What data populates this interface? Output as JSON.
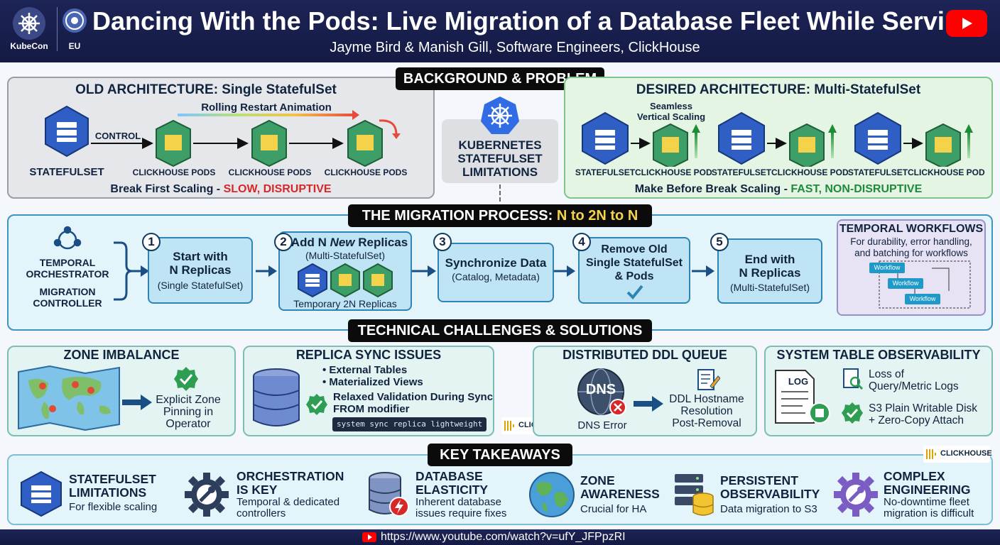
{
  "header": {
    "kubecon_label": "KubeCon",
    "eu_label": "EU",
    "title": "Dancing With the Pods: Live Migration of a Database Fleet While Serving",
    "subtitle": "Jayme Bird & Manish Gill, Software Engineers, ClickHouse"
  },
  "background": {
    "pill": "BACKGROUND & PROBLEM",
    "old": {
      "title": "OLD ARCHITECTURE: Single StatefulSet",
      "animation_label": "Rolling Restart Animation",
      "control_label": "CONTROL",
      "statefulset_label": "STATEFULSET",
      "pods_label": "CLICKHOUSE PODS",
      "caption_prefix": "Break First Scaling - ",
      "caption_emph": "SLOW, DISRUPTIVE"
    },
    "middle": {
      "line1": "KUBERNETES",
      "line2": "STATEFULSET",
      "line3": "LIMITATIONS"
    },
    "desired": {
      "title": "DESIRED ARCHITECTURE: Multi-StatefulSet",
      "scaling_line1": "Seamless",
      "scaling_line2": "Vertical Scaling",
      "statefulset_label": "STATEFULSET",
      "pod_label": "CLICKHOUSE POD",
      "caption_prefix": "Make Before Break Scaling - ",
      "caption_emph": "FAST, NON-DISRUPTIVE"
    }
  },
  "migration": {
    "pill_prefix": "THE MIGRATION PROCESS: ",
    "pill_emph": "N to 2N to N",
    "orchestrator_line1": "TEMPORAL",
    "orchestrator_line2": "ORCHESTRATOR",
    "controller_line1": "MIGRATION",
    "controller_line2": "CONTROLLER",
    "steps": [
      {
        "num": "1",
        "line1": "Start with",
        "line2": "N Replicas",
        "sub": "(Single StatefulSet)"
      },
      {
        "num": "2",
        "line1_prefix": "Add N ",
        "line1_emph": "New",
        "line1_suffix": " Replicas",
        "sub": "(Multi-StatefulSet)",
        "footer": "Temporary 2N Replicas"
      },
      {
        "num": "3",
        "line1": "Synchronize Data",
        "sub": "(Catalog, Metadata)"
      },
      {
        "num": "4",
        "line1": "Remove Old",
        "line2": "Single StatefulSet",
        "line3": "& Pods"
      },
      {
        "num": "5",
        "line1": "End with",
        "line2": "N Replicas",
        "sub": "(Multi-StatefulSet)"
      }
    ],
    "temporal": {
      "title": "TEMPORAL WORKFLOWS",
      "desc1": "For durability, error handling,",
      "desc2": "and batching for workflows",
      "node_label": "Workflow"
    }
  },
  "challenges": {
    "pill": "TECHNICAL CHALLENGES & SOLUTIONS",
    "zone": {
      "title": "ZONE IMBALANCE",
      "sol1": "Explicit Zone",
      "sol2": "Pinning in",
      "sol3": "Operator"
    },
    "replica": {
      "title": "REPLICA SYNC ISSUES",
      "bullets": [
        "External Tables",
        "Materialized Views"
      ],
      "relaxed1": "Relaxed Validation During Sync",
      "relaxed2": "FROM modifier",
      "code": "system sync replica lightweight"
    },
    "clickhouse_logo": "CLICKHOUSE",
    "ddl": {
      "title": "DISTRIBUTED DDL QUEUE",
      "dns_text": "DNS",
      "dns_error": "DNS Error",
      "sol1": "DDL Hostname",
      "sol2": "Resolution",
      "sol3": "Post-Removal"
    },
    "observ": {
      "title": "SYSTEM TABLE OBSERVABILITY",
      "log_text": "LOG",
      "item1a": "Loss of",
      "item1b": "Query/Metric Logs",
      "item2a": "S3 Plain Writable Disk",
      "item2b": "+ Zero-Copy Attach"
    }
  },
  "takeaways": {
    "pill": "KEY TAKEAWAYS",
    "clickhouse_logo": "CLICKHOUSE",
    "items": [
      {
        "title1": "STATEFULSET",
        "title2": "LIMITATIONS",
        "desc1": "For flexible scaling",
        "desc2": ""
      },
      {
        "title1": "ORCHESTRATION",
        "title2": "IS KEY",
        "desc1": "Temporal & dedicated",
        "desc2": "controllers"
      },
      {
        "title1": "DATABASE",
        "title2": "ELASTICITY",
        "desc1": "Inherent database",
        "desc2": "issues require fixes"
      },
      {
        "title1": "ZONE",
        "title2": "AWARENESS",
        "desc1": "Crucial for HA",
        "desc2": ""
      },
      {
        "title1": "PERSISTENT",
        "title2": "OBSERVABILITY",
        "desc1": "Data migration to S3",
        "desc2": ""
      },
      {
        "title1": "COMPLEX",
        "title2": "ENGINEERING",
        "desc1": "No-downtime fleet",
        "desc2": "migration is difficult"
      }
    ]
  },
  "footer": {
    "url": "https://www.youtube.com/watch?v=ufY_JFPpzRI"
  },
  "colors": {
    "navy": "#1b2150",
    "step_fill": "#bfe4f5",
    "step_border": "#2e84b3",
    "red": "#d62828",
    "green": "#1f8a3a",
    "yellow": "#f4d34a",
    "pod_green": "#3e9e68",
    "statefulset_blue": "#2f5fc4"
  }
}
